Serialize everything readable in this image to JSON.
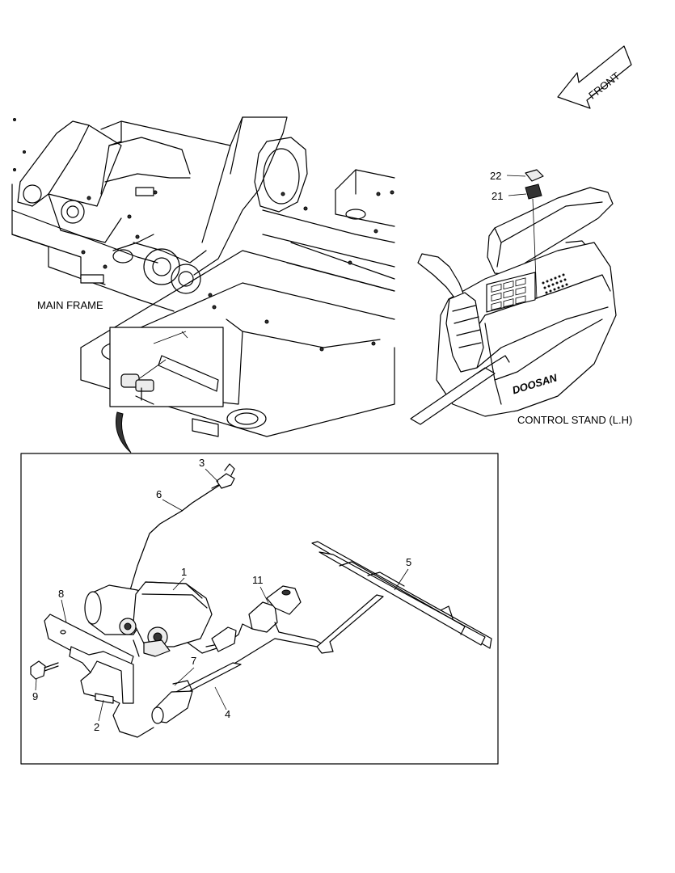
{
  "labels": {
    "front": "FRONT",
    "main_frame": "MAIN FRAME",
    "control_stand": "CONTROL STAND (L.H)",
    "brand": "DOOSAN"
  },
  "part_numbers": {
    "p1": "1",
    "p2": "2",
    "p3": "3",
    "p4": "4",
    "p5": "5",
    "p6": "6",
    "p7": "7",
    "p8": "8",
    "p9": "9",
    "p11": "11",
    "p21": "21",
    "p22": "22"
  }
}
